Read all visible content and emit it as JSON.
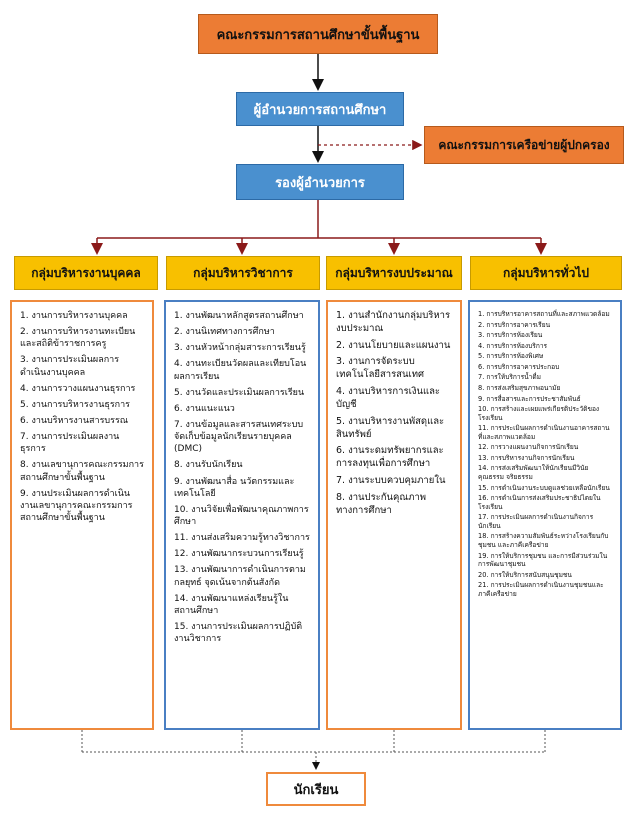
{
  "top": {
    "committee": "คณะกรรมการสถานศึกษาขั้นพื้นฐาน"
  },
  "director": "ผู้อำนวยการสถานศึกษา",
  "parent_network": "คณะกรรมการเครือข่ายผู้ปกครอง",
  "deputy": "รองผู้อำนวยการ",
  "groups": [
    {
      "title": "กลุ่มบริหารงานบุคคล",
      "items": [
        "1. งานการบริหารงานบุคคล",
        "2. งานการบริหารงานทะเบียนและสถิติข้าราชการครู",
        "3. งานการประเมินผลการดำเนินงานบุคคล",
        "4. งานการวางแผนงานธุรการ",
        "5. งานการบริหารงานธุรการ",
        "6. งานบริหารงานสารบรรณ",
        "7. งานการประเมินผลงานธุรการ",
        "8. งานเลขานุการคณะกรรมการสถานศึกษาขั้นพื้นฐาน",
        "9. งานประเมินผลการดำเนินงานเลขานุการคณะกรรมการสถานศึกษาขั้นพื้นฐาน"
      ]
    },
    {
      "title": "กลุ่มบริหารวิชาการ",
      "items": [
        "1. งานพัฒนาหลักสูตรสถานศึกษา",
        "2. งานนิเทศทางการศึกษา",
        "3. งานหัวหน้ากลุ่มสาระการเรียนรู้",
        "4. งานทะเบียนวัดผลและเทียบโอนผลการเรียน",
        "5. งานวัดและประเมินผลการเรียน",
        "6. งานแนะแนว",
        "7. งานข้อมูลและสารสนเทศระบบจัดเก็บข้อมูลนักเรียนรายบุคคล (DMC)",
        "8. งานรับนักเรียน",
        "9. งานพัฒนาสื่อ นวัตกรรมและเทคโนโลยี",
        "10. งานวิจัยเพื่อพัฒนาคุณภาพการศึกษา",
        "11. งานส่งเสริมความรู้ทางวิชาการ",
        "12. งานพัฒนากระบวนการเรียนรู้",
        "13. งานพัฒนาการดำเนินการตามกลยุทธ์ จุดเน้นจากต้นสังกัด",
        "14. งานพัฒนาแหล่งเรียนรู้ในสถานศึกษา",
        "15. งานการประเมินผลการปฏิบัติงานวิชาการ"
      ]
    },
    {
      "title": "กลุ่มบริหารงบประมาณ",
      "items": [
        "1. งานสำนักงานกลุ่มบริหารงบประมาณ",
        "2. งานนโยบายและแผนงาน",
        "3. งานการจัดระบบเทคโนโลยีสารสนเทศ",
        "4. งานบริหารการเงินและบัญชี",
        "5. งานบริหารงานพัสดุและสินทรัพย์",
        "6. งานระดมทรัพยากรและการลงทุนเพื่อการศึกษา",
        "7. งานระบบควบคุมภายใน",
        "8. งานประกันคุณภาพทางการศึกษา"
      ]
    },
    {
      "title": "กลุ่มบริหารทั่วไป",
      "items": [
        "1. การบริหารอาคารสถานที่และสภาพแวดล้อม",
        "2. การบริการอาคารเรียน",
        "3. การบริการห้องเรียน",
        "4. การบริการห้องบริการ",
        "5. การบริการห้องพิเศษ",
        "6. การบริการอาคารประกอบ",
        "7. การให้บริการน้ำดื่ม",
        "8. การส่งเสริมสุขภาพอนามัย",
        "9. การสื่อสารและการประชาสัมพันธ์",
        "10. การสร้างและเผยแพร่เกียรติประวัติของโรงเรียน",
        "11. การประเมินผลการดำเนินงานอาคารสถานที่และสภาพแวดล้อม",
        "12. การวางแผนงานกิจการนักเรียน",
        "13. การบริหารงานกิจการนักเรียน",
        "14. การส่งเสริมพัฒนาให้นักเรียนมีวินัย คุณธรรม จริยธรรม",
        "15. การดำเนินงานระบบดูแลช่วยเหลือนักเรียน",
        "16. การดำเนินการส่งเสริมประชาธิปไตยในโรงเรียน",
        "17. การประเมินผลการดำเนินงานกิจการนักเรียน",
        "18. การสร้างความสัมพันธ์ระหว่างโรงเรียนกับชุมชน และภาคีเครือข่าย",
        "19. การให้บริการชุมชน และการมีส่วนร่วมในการพัฒนาชุมชน",
        "20. การให้บริการสนับสนุนชุมชน",
        "21. การประเมินผลการดำเนินงานชุมชนและภาคีเครือข่าย"
      ]
    }
  ],
  "students": "นักเรียน",
  "colors": {
    "orange": "#ec7c34",
    "blue": "#4a90cf",
    "yellow": "#f8c000",
    "arrow_red": "#8b1a1a",
    "panel_orange_border": "#ef8a3c",
    "panel_blue_border": "#4a7fc3"
  }
}
